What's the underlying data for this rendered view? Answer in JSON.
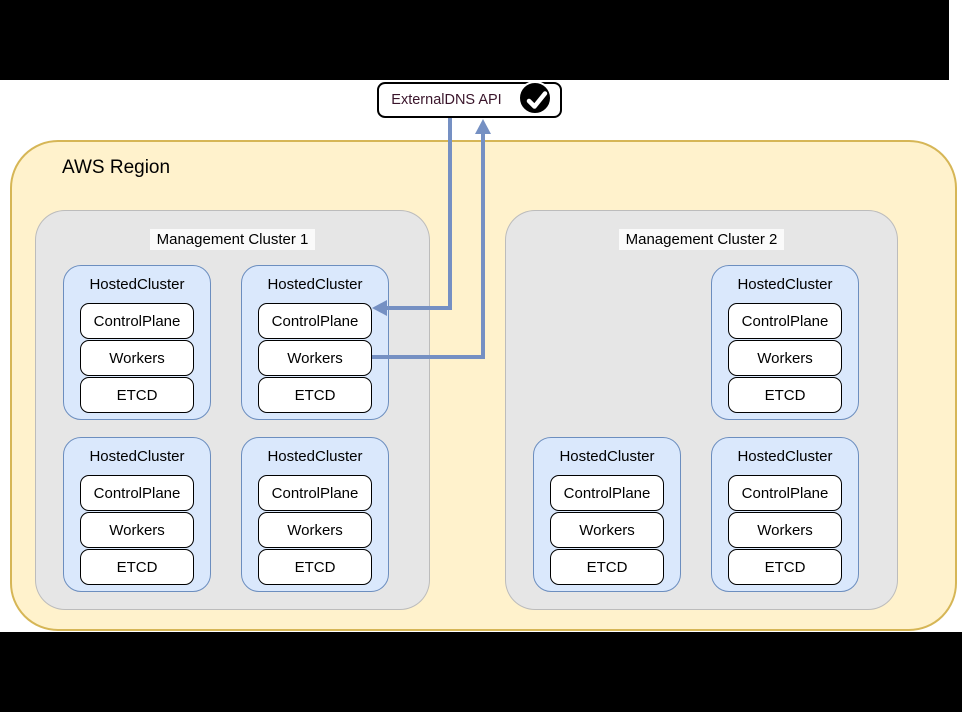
{
  "api_box": {
    "label": "ExternalDNS API",
    "icon": "check-badge",
    "text_color": "#3a152b"
  },
  "region": {
    "label": "AWS Region"
  },
  "management_clusters": [
    {
      "label": "Management Cluster 1",
      "hosted_cluster_count": 4
    },
    {
      "label": "Management Cluster 2",
      "hosted_cluster_count": 3
    }
  ],
  "hosted_cluster": {
    "title": "HostedCluster",
    "components": [
      "ControlPlane",
      "Workers",
      "ETCD"
    ]
  },
  "arrows": [
    {
      "name": "externaldns-to-controlplane",
      "from": "ExternalDNS API",
      "to": "ControlPlane (Management Cluster 1, hosted cluster 2)",
      "direction": "down-left"
    },
    {
      "name": "workers-to-externaldns",
      "from": "Workers (Management Cluster 1, hosted cluster 2)",
      "to": "ExternalDNS API",
      "direction": "right-up"
    }
  ],
  "colors": {
    "region_fill": "#FFF2CC",
    "region_stroke": "#D6B656",
    "cluster_fill": "#E6E6E6",
    "hosted_fill": "#DAE8FC",
    "hosted_stroke": "#6C8EBF",
    "arrow": "#7590C3",
    "letterbox": "#000000"
  }
}
